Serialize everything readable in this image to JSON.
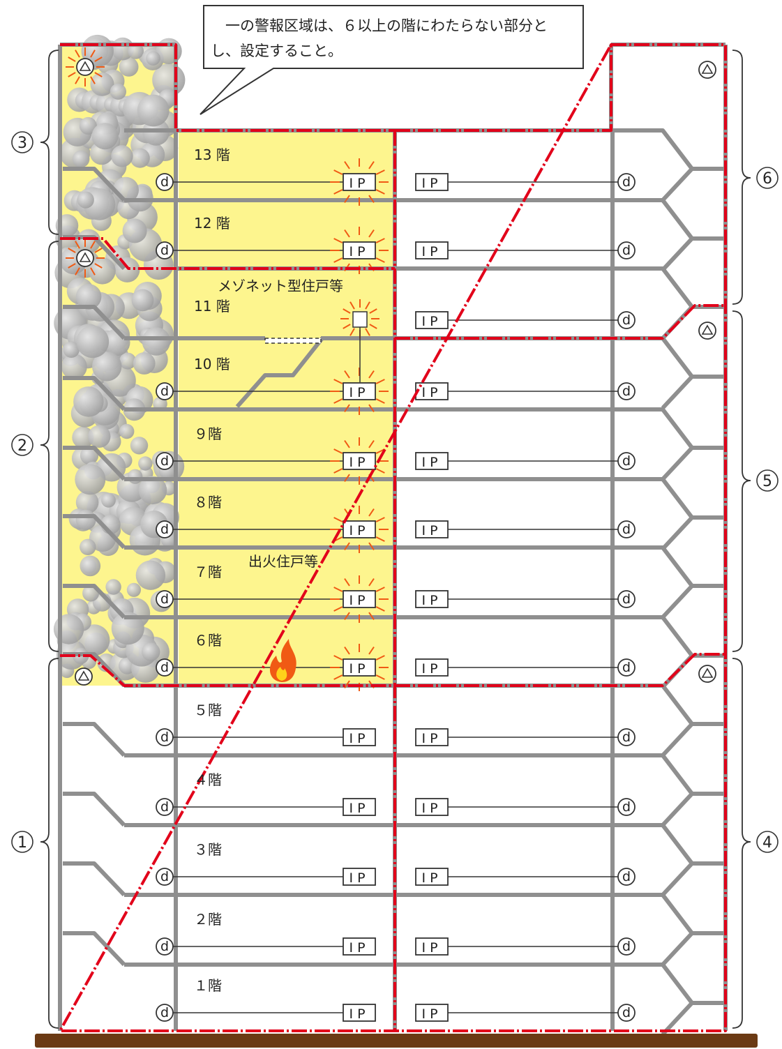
{
  "callout": {
    "line1": "一の警報区域は、６以上の階にわたらない部分と",
    "line2": "し、設定すること。"
  },
  "labels": {
    "maisonette": "メゾネット型住戸等",
    "fire_unit": "出火住戸等"
  },
  "ip_label": "ＩＰ",
  "detector_label": "ⓓ",
  "floors": [
    {
      "num": 1,
      "label": "１階",
      "alarm": false,
      "smoke": false
    },
    {
      "num": 2,
      "label": "２階",
      "alarm": false,
      "smoke": false
    },
    {
      "num": 3,
      "label": "３階",
      "alarm": false,
      "smoke": false
    },
    {
      "num": 4,
      "label": "４階",
      "alarm": false,
      "smoke": false
    },
    {
      "num": 5,
      "label": "５階",
      "alarm": false,
      "smoke": false
    },
    {
      "num": 6,
      "label": "６階",
      "alarm": true,
      "smoke": true,
      "fire_origin": true
    },
    {
      "num": 7,
      "label": "７階",
      "alarm": true,
      "smoke": true
    },
    {
      "num": 8,
      "label": "８階",
      "alarm": true,
      "smoke": true
    },
    {
      "num": 9,
      "label": "９階",
      "alarm": true,
      "smoke": true
    },
    {
      "num": 10,
      "label": "10 階",
      "alarm": true,
      "smoke": true
    },
    {
      "num": 11,
      "label": "11 階",
      "alarm": true,
      "smoke": true,
      "maisonette_upper": true
    },
    {
      "num": 12,
      "label": "12 階",
      "alarm": true,
      "smoke": true
    },
    {
      "num": 13,
      "label": "13 階",
      "alarm": true,
      "smoke": true
    }
  ],
  "zones": {
    "left": [
      {
        "id": "3",
        "label": "③"
      },
      {
        "id": "2",
        "label": "②"
      },
      {
        "id": "1",
        "label": "①"
      }
    ],
    "right": [
      {
        "id": "6",
        "label": "⑥"
      },
      {
        "id": "5",
        "label": "⑤"
      },
      {
        "id": "4",
        "label": "④"
      }
    ]
  },
  "colors": {
    "alarm_area": "#fdf58e",
    "zone_line": "#e2001a",
    "wall": "#8f8f8f",
    "ground": "#6b3a14",
    "smoke": "#b7b7b7",
    "fire": "#f05a14"
  }
}
